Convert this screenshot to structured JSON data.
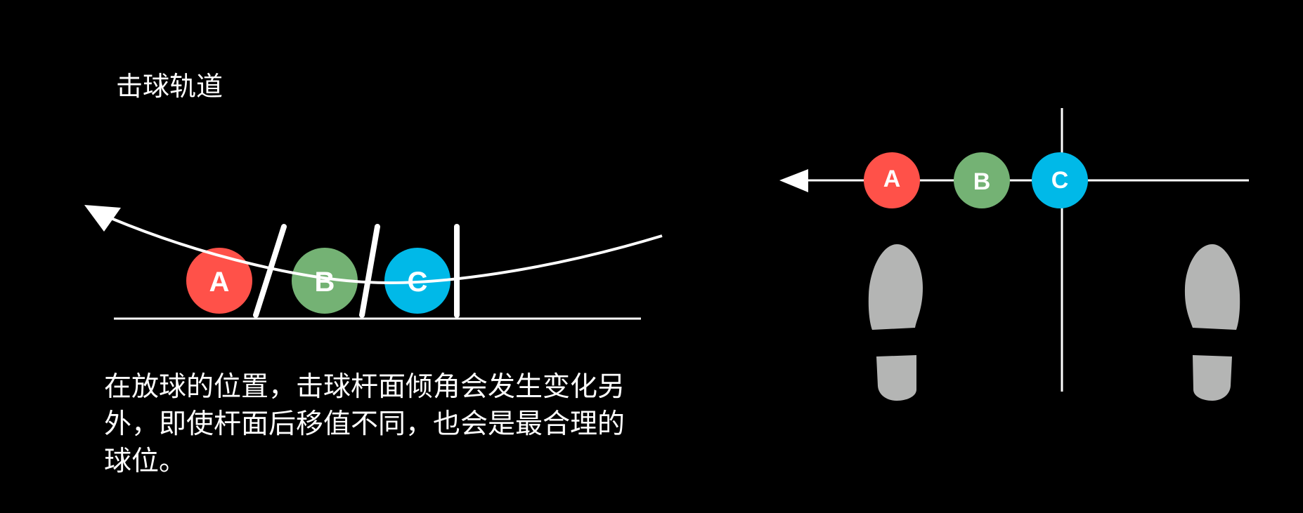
{
  "title": "击球轨道",
  "description_lines": [
    "在放球的位置，击球杆面倾角会发生变化另",
    "外，即使杆面后移值不同，也会是最合理的",
    "球位。"
  ],
  "balls": [
    {
      "label": "A",
      "color": "#ff5149"
    },
    {
      "label": "B",
      "color": "#74b274"
    },
    {
      "label": "C",
      "color": "#00b9e8"
    }
  ],
  "colors": {
    "line": "#ffffff",
    "footprint": "#b4b5b4",
    "background": "#000000"
  }
}
